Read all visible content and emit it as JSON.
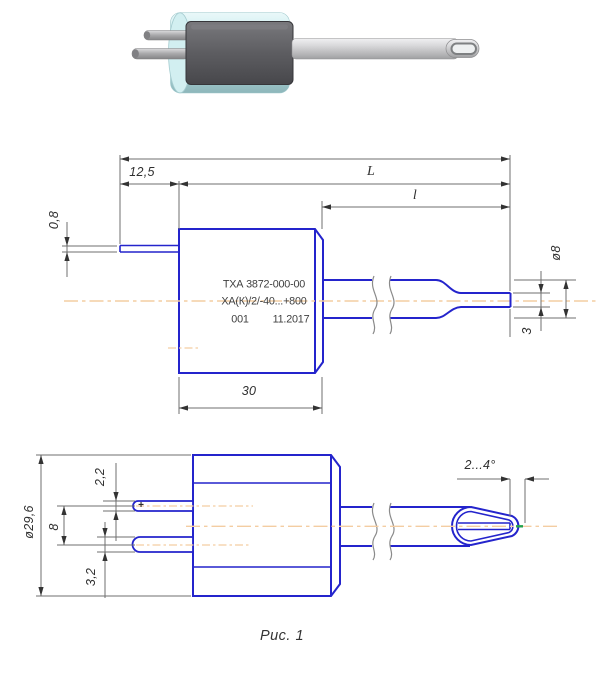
{
  "colors": {
    "line-blue": "#2424cc",
    "centerline-orange": "#f4cda2",
    "dim-line": "#6f6f6f",
    "dim-text": "#2f2f2f",
    "body-text": "#3f3f3f",
    "green-mark": "#23a24d"
  },
  "caption": "Рис. 1",
  "middle_view": {
    "nameplate": {
      "line1": "ТХА 3872-000-00",
      "line2": "ХА(К)/2/-40...+800",
      "serial": "001",
      "date": "11.2017"
    },
    "dimensions": {
      "pin_length": "12,5",
      "overall_length": "L",
      "immersion_length": "l",
      "pin_thickness": "0,8",
      "body_length": "30",
      "probe_diameter": "ø8",
      "tip_thickness": "3"
    }
  },
  "front_view": {
    "dimensions": {
      "body_diameter": "ø29,6",
      "plus_pin_width": "2,2",
      "pin_spacing": "8",
      "minus_pin_width": "3,2",
      "tip_taper_angle": "2...4°"
    },
    "polarity_mark": "+"
  }
}
